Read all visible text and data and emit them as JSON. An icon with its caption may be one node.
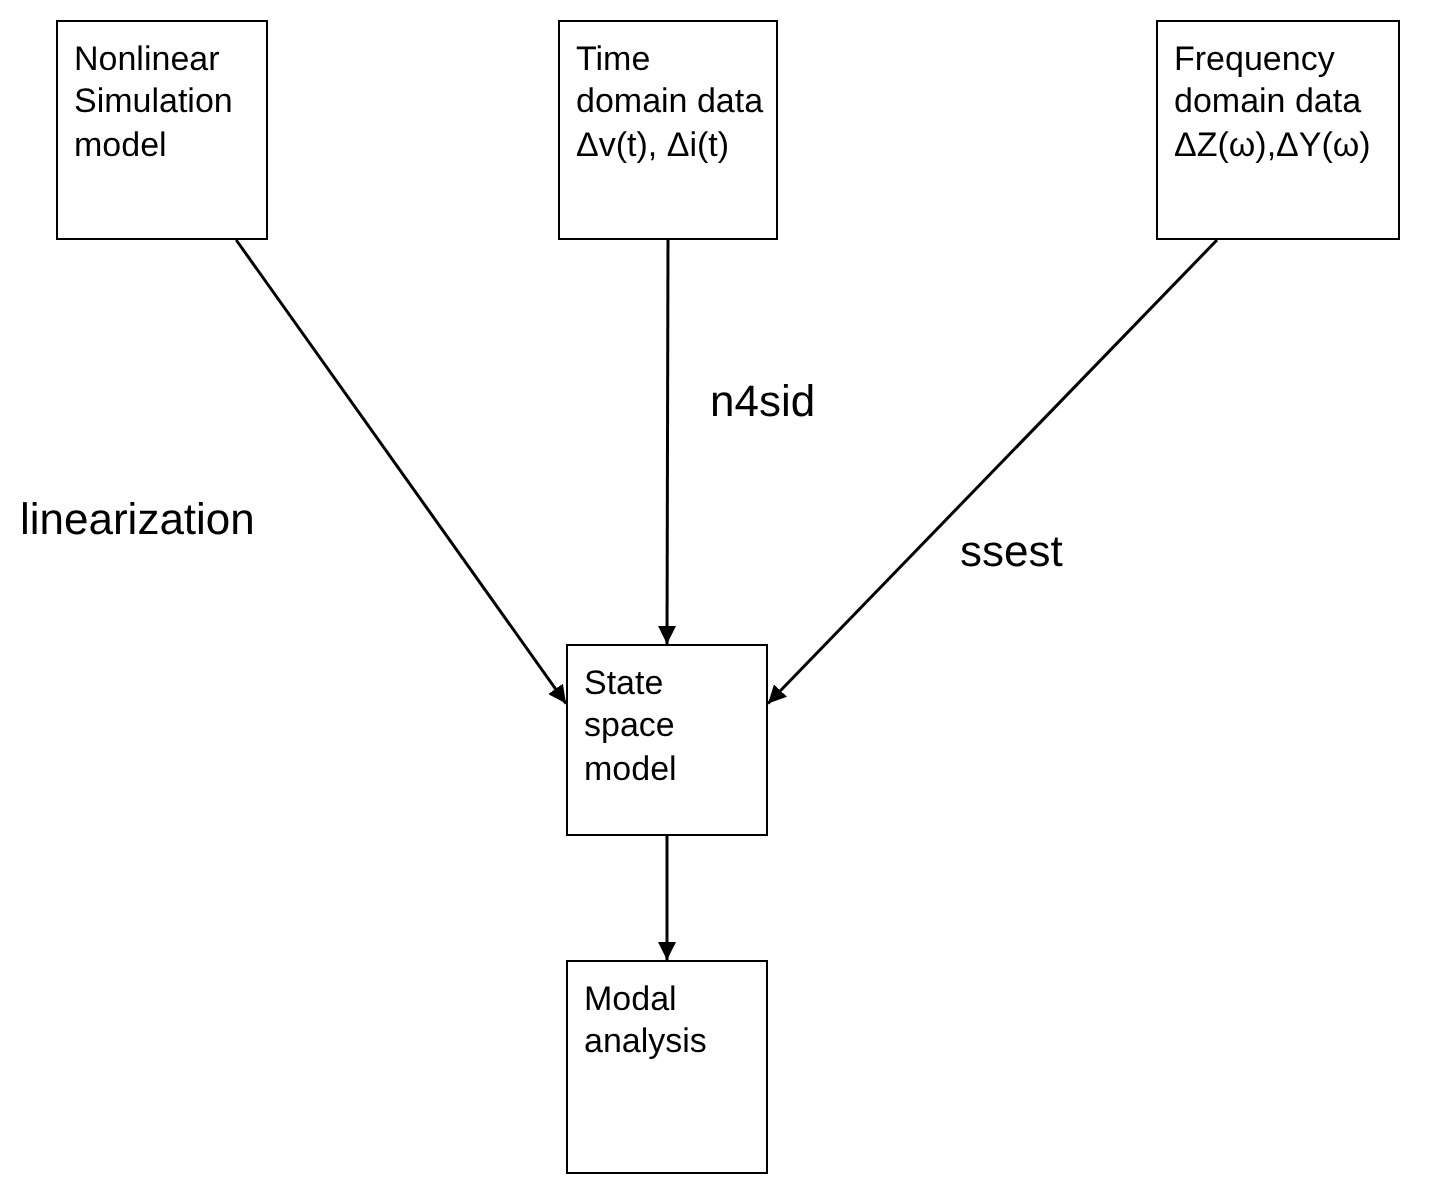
{
  "diagram": {
    "nodes": [
      {
        "text": [
          "Nonlinear Simulation model"
        ]
      },
      {
        "text": [
          "Time domain data Δv(t), Δi(t)"
        ]
      },
      {
        "text": [
          "Frequency domain data ΔZ(ω),ΔY(ω)"
        ]
      },
      {
        "text": [
          "State space model"
        ]
      },
      {
        "text": [
          "Modal analysis"
        ]
      }
    ],
    "edges": [
      {
        "from": 0,
        "to": 3,
        "arrow": "to",
        "label": "linearization"
      },
      {
        "from": 1,
        "to": 3,
        "arrow": "to",
        "label": "n4sid"
      },
      {
        "from": 2,
        "to": 3,
        "arrow": "to",
        "label": "ssest"
      },
      {
        "from": 3,
        "to": 4,
        "arrow": "to"
      }
    ]
  }
}
